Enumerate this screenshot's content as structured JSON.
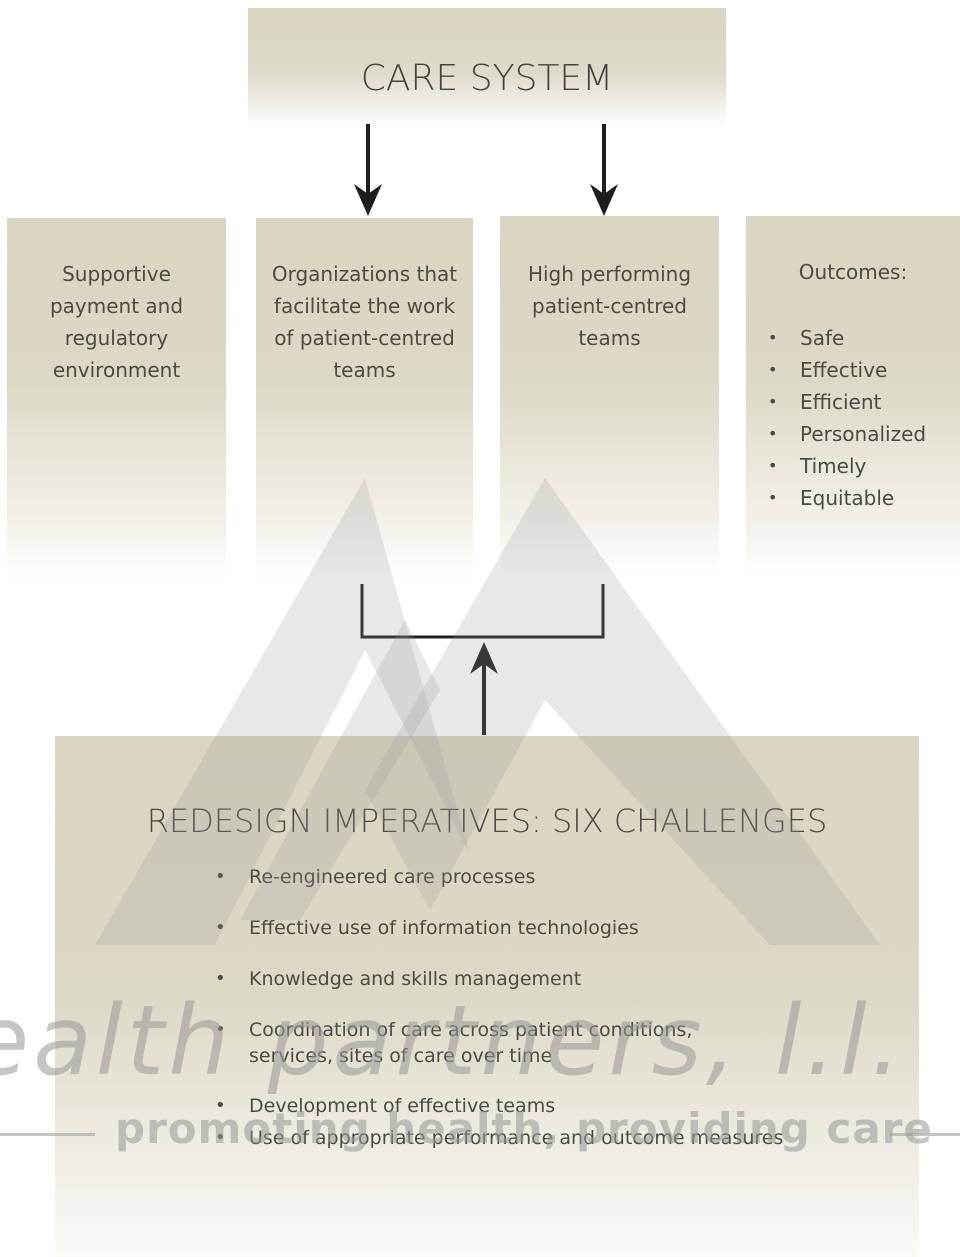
{
  "care_system": {
    "title": "CARE SYSTEM"
  },
  "columns": [
    {
      "text": "Supportive payment and regulatory environment"
    },
    {
      "text": "Organizations that facilitate the work of patient-centred teams"
    },
    {
      "text": "High performing patient-centred teams"
    }
  ],
  "outcomes": {
    "heading": "Outcomes:",
    "bullet": "•",
    "items": [
      "Safe",
      "Effective",
      "Efficient",
      "Personalized",
      "Timely",
      "Equitable"
    ]
  },
  "redesign": {
    "title": "REDESIGN IMPERATIVES: SIX CHALLENGES",
    "bullet": "•",
    "items": [
      "Re-engineered care processes",
      "Effective use of information technologies",
      "Knowledge and skills management",
      "Coordination of care across patient conditions, services, sites of care over time",
      "Development of effective teams",
      "Use of appropriate performance and outcome measures"
    ]
  },
  "watermark": {
    "name": "ealth partners, l.l.",
    "tagline": "promoting health, providing care"
  },
  "colors": {
    "box": "#d9d5c1",
    "text": "#4b4b45",
    "arrow": "#1e1e1e",
    "watermark": "#969696"
  }
}
